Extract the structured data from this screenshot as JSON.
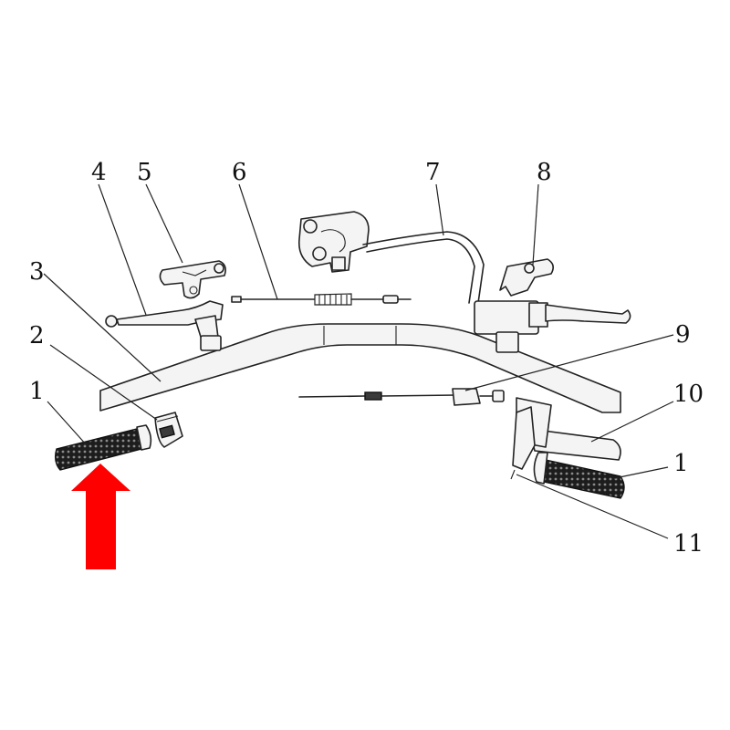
{
  "diagram": {
    "callouts": [
      "1",
      "2",
      "3",
      "4",
      "5",
      "6",
      "7",
      "8",
      "9",
      "10",
      "1",
      "11"
    ],
    "highlight_color": "#ff0000",
    "highlight_icon": "red-up-arrow-icon"
  }
}
